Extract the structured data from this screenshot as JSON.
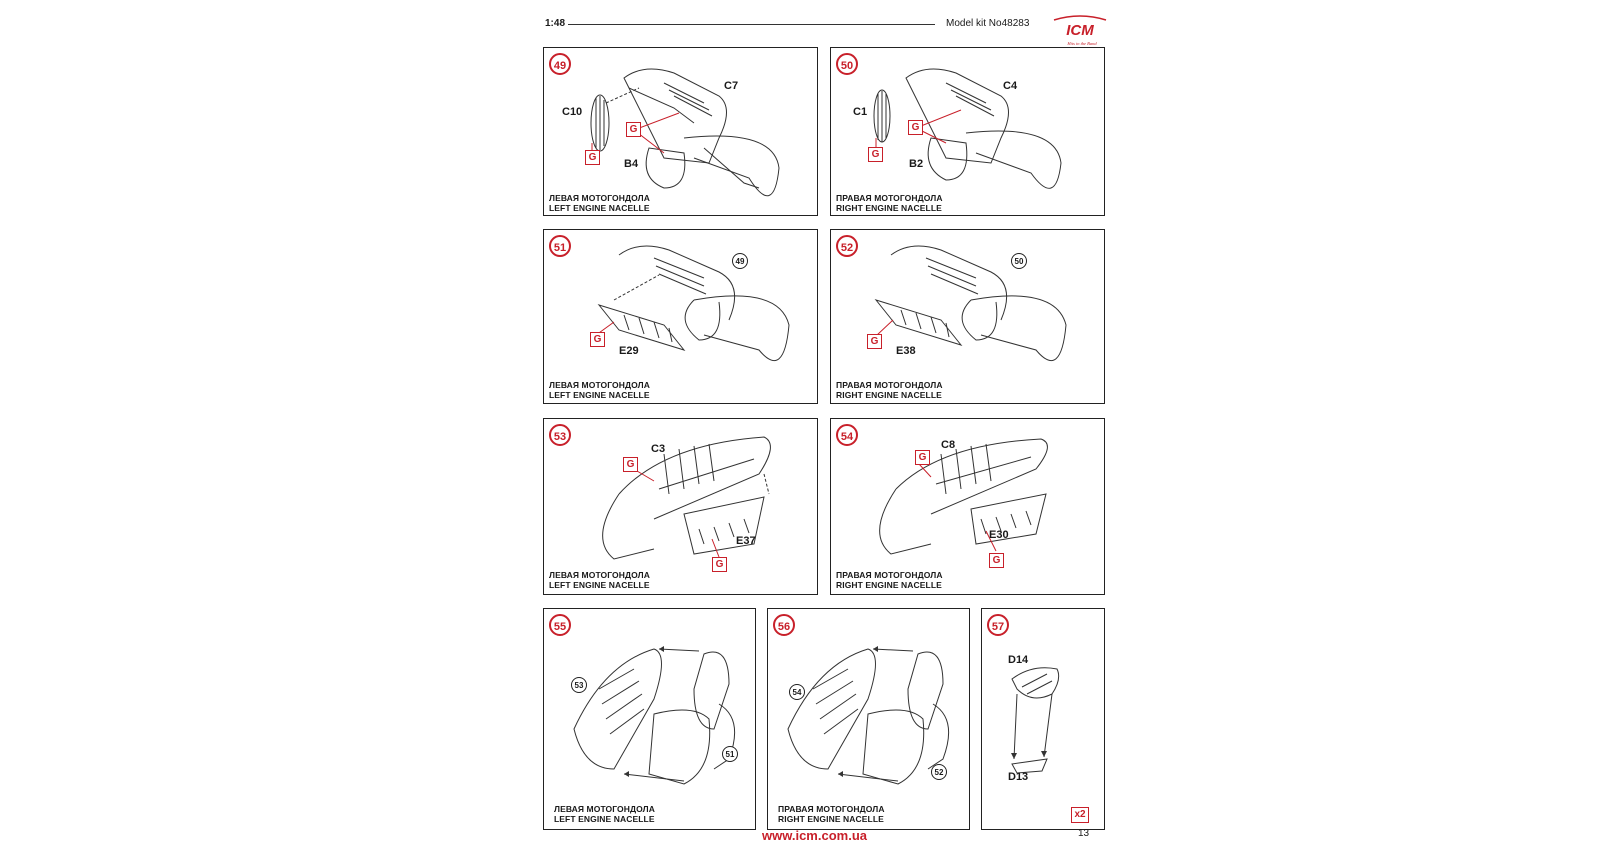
{
  "header": {
    "scale": "1:48",
    "model_kit": "Model kit No48283",
    "logo_text": "ICM",
    "logo_tagline": "Hits in the Band"
  },
  "captions": {
    "left_ru": "ЛЕВАЯ МОТОГОНДОЛА",
    "left_en": "LEFT ENGINE NACELLE",
    "right_ru": "ПРАВАЯ МОТОГОНДОЛА",
    "right_en": "RIGHT ENGINE NACELLE"
  },
  "steps": {
    "s49": {
      "number": "49",
      "parts": [
        "C10",
        "C7",
        "B4"
      ],
      "glue": "G"
    },
    "s50": {
      "number": "50",
      "parts": [
        "C1",
        "C4",
        "B2"
      ],
      "glue": "G"
    },
    "s51": {
      "number": "51",
      "parts": [
        "E29"
      ],
      "ref": "49",
      "glue": "G"
    },
    "s52": {
      "number": "52",
      "parts": [
        "E38"
      ],
      "ref": "50",
      "glue": "G"
    },
    "s53": {
      "number": "53",
      "parts": [
        "C3",
        "E37"
      ],
      "glue": "G"
    },
    "s54": {
      "number": "54",
      "parts": [
        "C8",
        "E30"
      ],
      "glue": "G"
    },
    "s55": {
      "number": "55",
      "refs": [
        "53",
        "51"
      ]
    },
    "s56": {
      "number": "56",
      "refs": [
        "54",
        "52"
      ]
    },
    "s57": {
      "number": "57",
      "parts": [
        "D14",
        "D13"
      ],
      "multiplier": "x2"
    }
  },
  "footer": {
    "url": "www.icm.com.ua",
    "page": "13"
  },
  "colors": {
    "accent_red": "#c8202a",
    "line": "#222222"
  }
}
